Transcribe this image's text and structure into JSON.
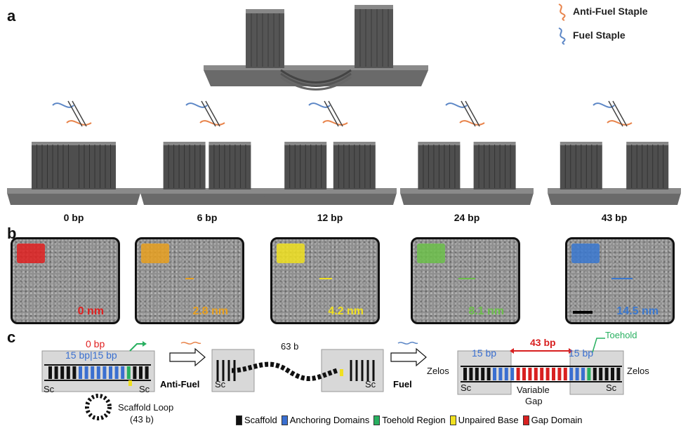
{
  "panel_a": {
    "letter": "a",
    "legend": {
      "anti_fuel": "Anti-Fuel Staple",
      "fuel": "Fuel Staple",
      "anti_fuel_color": "#e8834a",
      "fuel_color": "#5b86c6"
    },
    "states": [
      {
        "label": "0 bp"
      },
      {
        "label": "6 bp"
      },
      {
        "label": "12 bp"
      },
      {
        "label": "24 bp"
      },
      {
        "label": "43 bp"
      }
    ]
  },
  "panel_b": {
    "letter": "b",
    "images": [
      {
        "distance": "0 nm",
        "color": "#e02020"
      },
      {
        "distance": "2.8 nm",
        "color": "#e8a020"
      },
      {
        "distance": "4.2 nm",
        "color": "#f0e020"
      },
      {
        "distance": "8.1 nm",
        "color": "#6cc04a"
      },
      {
        "distance": "14.5 nm",
        "color": "#3a78d0"
      }
    ]
  },
  "panel_c": {
    "letter": "c",
    "left": {
      "top_label": "0 bp",
      "domain_label": "15 bp|15 bp",
      "sc_left": "Sc",
      "sc_right": "Sc",
      "loop_label_1": "Scaffold Loop",
      "loop_label_2": "(43 b)"
    },
    "arrow1_label": "Anti-Fuel",
    "middle": {
      "top_label": "63 b",
      "sc_left": "Sc",
      "sc_right": "Sc"
    },
    "arrow2_label": "Fuel",
    "right": {
      "toehold": "Toehold",
      "gap_label": "43 bp",
      "left_domain": "15 bp",
      "right_domain": "15 bp",
      "zelos_left": "Zelos",
      "zelos_right": "Zelos",
      "sc_left": "Sc",
      "sc_right": "Sc",
      "variable": "Variable",
      "gap": "Gap"
    },
    "legend": [
      {
        "label": "Scaffold",
        "color": "#111111"
      },
      {
        "label": "Anchoring Domains",
        "color": "#3a6fd0"
      },
      {
        "label": "Toehold Region",
        "color": "#28b060"
      },
      {
        "label": "Unpaired Base",
        "color": "#f0e020"
      },
      {
        "label": "Gap Domain",
        "color": "#d82020"
      }
    ]
  }
}
